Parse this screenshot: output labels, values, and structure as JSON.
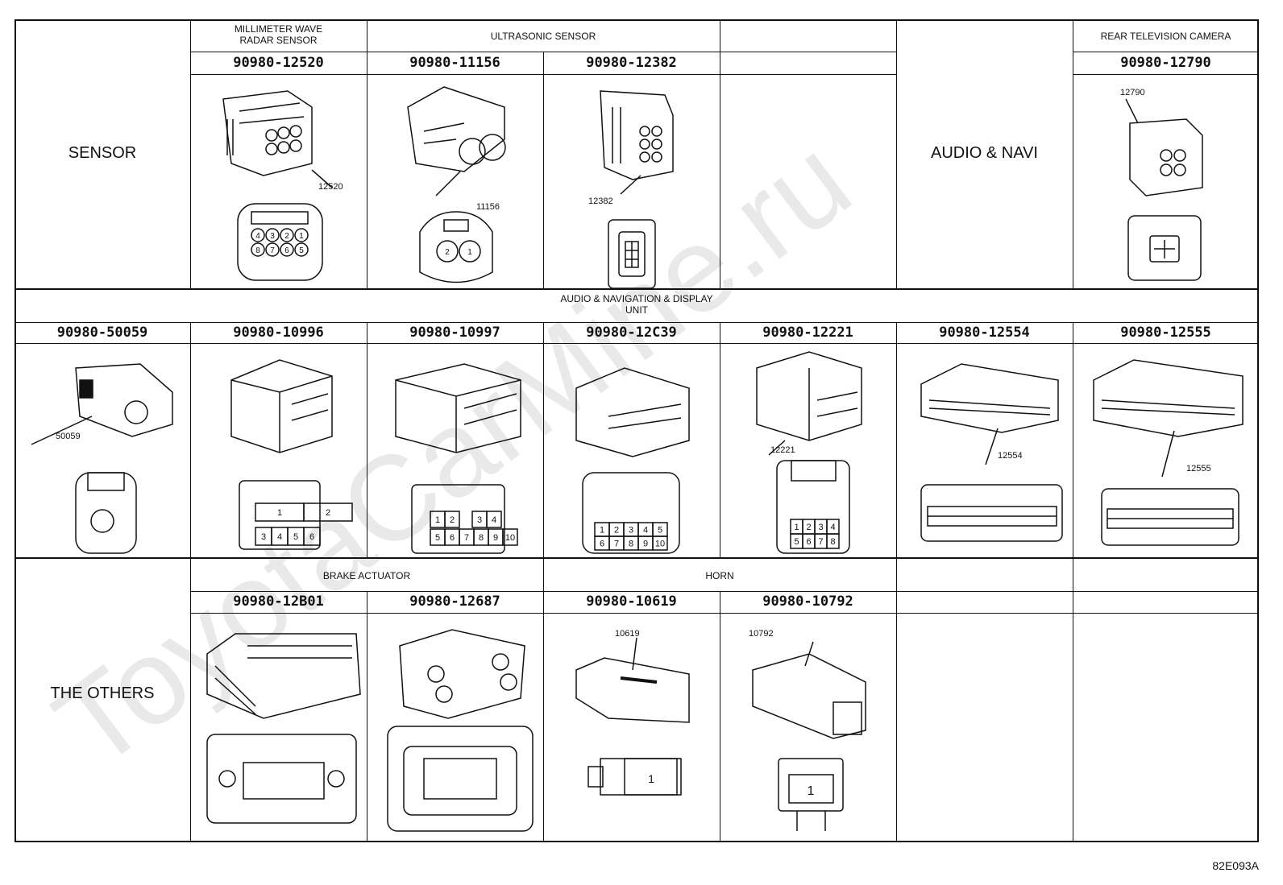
{
  "document_code": "82E093A",
  "watermark": "ToyotaCarMine.ru",
  "sections": {
    "sensor": {
      "label": "SENSOR",
      "headers": [
        "MILLIMETER WAVE\nRADAR SENSOR",
        "ULTRASONIC SENSOR",
        "",
        "REAR TELEVISION CAMERA"
      ],
      "parts": [
        "90980-12520",
        "90980-11156",
        "90980-12382",
        "90980-12790"
      ],
      "callouts": [
        "12520",
        "11156",
        "12382",
        "12790"
      ],
      "right_label": "AUDIO & NAVI"
    },
    "audio": {
      "label": "AUDIO & NAVIGATION & DISPLAY\nUNIT",
      "parts": [
        "90980-50059",
        "90980-10996",
        "90980-10997",
        "90980-12C39",
        "90980-12221",
        "90980-12554",
        "90980-12555"
      ],
      "callouts": [
        "50059",
        "12221",
        "12554",
        "12555"
      ]
    },
    "others": {
      "label": "THE OTHERS",
      "headers": [
        "BRAKE ACTUATOR",
        "HORN"
      ],
      "parts": [
        "90980-12B01",
        "90980-12687",
        "90980-10619",
        "90980-10792"
      ],
      "callouts": [
        "10619",
        "10792"
      ]
    }
  },
  "pins": {
    "p12520": [
      "4",
      "3",
      "2",
      "1",
      "8",
      "7",
      "6",
      "5"
    ],
    "p11156": [
      "2",
      "1"
    ],
    "p10996": [
      "1",
      "2",
      "3",
      "4",
      "5",
      "6"
    ],
    "p10997": [
      "1",
      "2",
      "3",
      "4",
      "5",
      "6",
      "7",
      "8",
      "9",
      "10"
    ],
    "p12C39": [
      "1",
      "2",
      "3",
      "4",
      "5",
      "6",
      "7",
      "8",
      "9",
      "10"
    ],
    "p12221": [
      "1",
      "2",
      "3",
      "4",
      "5",
      "6",
      "7",
      "8"
    ],
    "p10619": [
      "1"
    ],
    "p10792": [
      "1"
    ]
  }
}
